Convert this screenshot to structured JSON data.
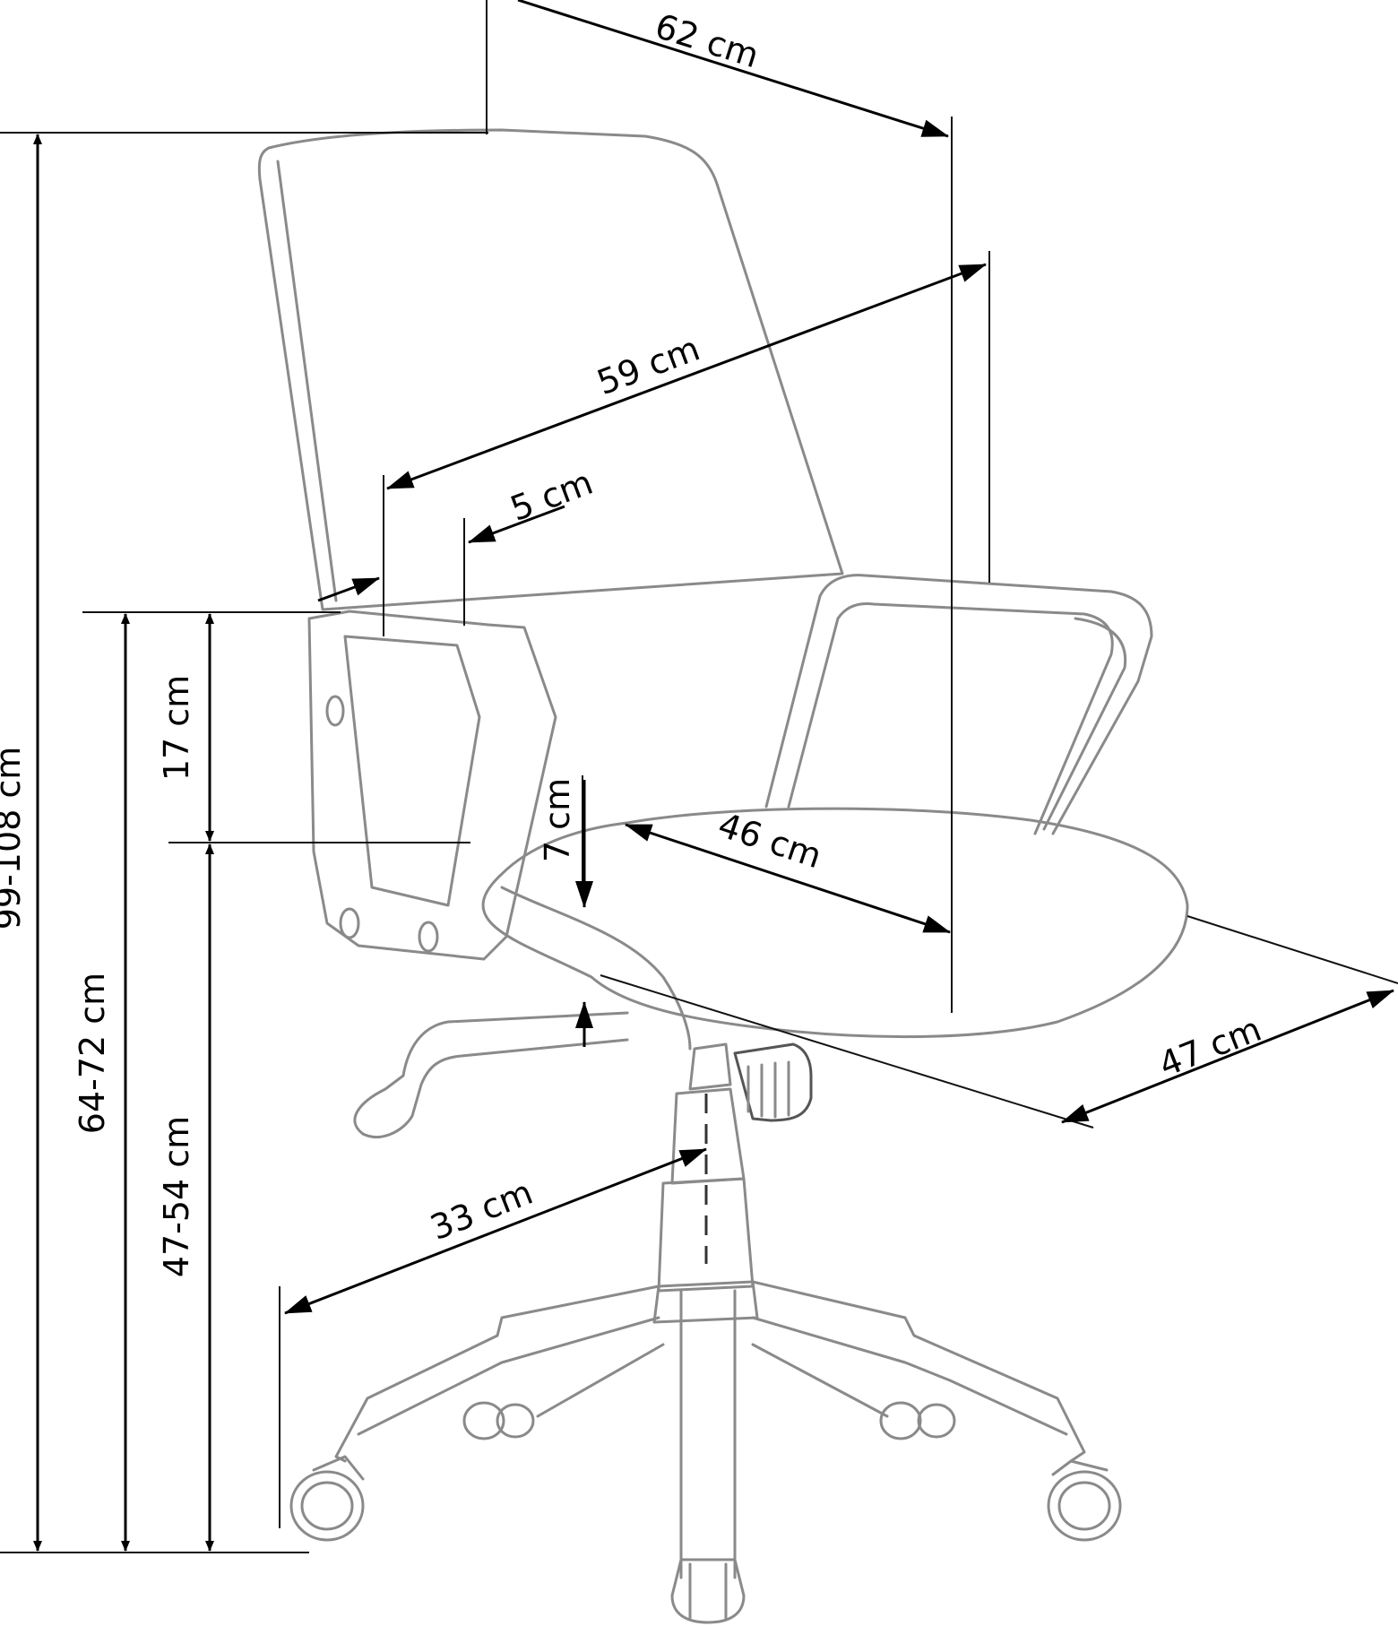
{
  "dimensions": {
    "total_height": "99-108 cm",
    "depth": "62 cm",
    "width": "59 cm",
    "armrest_width": "5 cm",
    "armrest_height": "64-72 cm",
    "armrest_above_seat": "17 cm",
    "seat_height": "47-54 cm",
    "seat_thickness": "7 cm",
    "seat_depth": "46 cm",
    "seat_width": "47 cm",
    "base_radius": "33 cm"
  },
  "colors": {
    "outline": "#8a8a8a",
    "dimension_line": "#000000"
  }
}
